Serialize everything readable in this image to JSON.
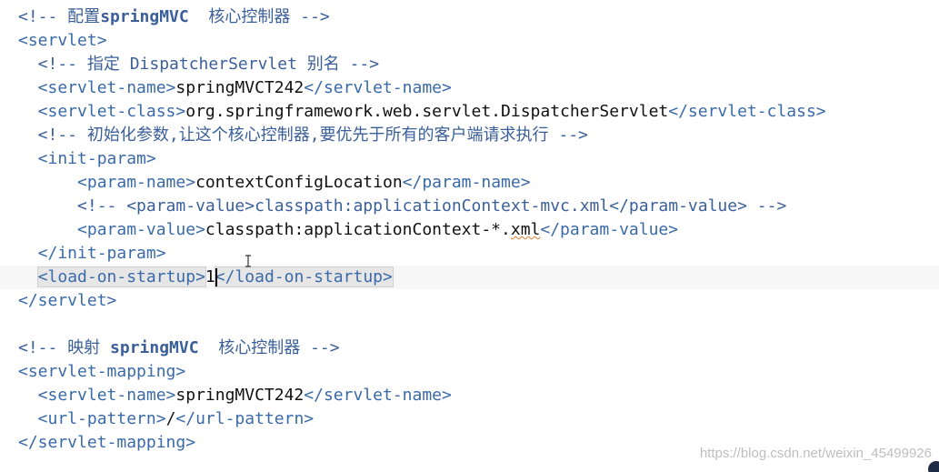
{
  "lines": [
    [
      {
        "t": "<!-- 配置",
        "c": "comment"
      },
      {
        "t": "springMVC",
        "c": "bold"
      },
      {
        "t": "  核心控制器 -->",
        "c": "comment"
      }
    ],
    [
      {
        "t": "<servlet>",
        "c": "tag"
      }
    ],
    [
      {
        "t": "  <!-- 指定 DispatcherServlet 别名 -->",
        "c": "comment"
      }
    ],
    [
      {
        "t": "  <servlet-name>",
        "c": "tag"
      },
      {
        "t": "springMVCT242",
        "c": "text"
      },
      {
        "t": "</servlet-name>",
        "c": "tag"
      }
    ],
    [
      {
        "t": "  <servlet-class>",
        "c": "tag"
      },
      {
        "t": "org.springframework.web.servlet.DispatcherServlet",
        "c": "text"
      },
      {
        "t": "</servlet-class>",
        "c": "tag"
      }
    ],
    [
      {
        "t": "  <!-- 初始化参数,让这个核心控制器,要优先于所有的客户端请求执行 -->",
        "c": "comment"
      }
    ],
    [
      {
        "t": "  <init-param>",
        "c": "tag"
      }
    ],
    [
      {
        "t": "      <param-name>",
        "c": "tag"
      },
      {
        "t": "contextConfigLocation",
        "c": "text"
      },
      {
        "t": "</param-name>",
        "c": "tag"
      }
    ],
    [
      {
        "t": "      <!-- <param-value>classpath:applicationContext-mvc.xml</param-value> -->",
        "c": "comment"
      }
    ],
    [
      {
        "t": "      <param-value>",
        "c": "tag"
      },
      {
        "t": "classpath:applicationContext-*.",
        "c": "text"
      },
      {
        "t": "xml",
        "c": "text",
        "sq": true
      },
      {
        "t": "</param-value>",
        "c": "tag"
      }
    ],
    [
      {
        "t": "  </init-param>",
        "c": "tag"
      }
    ],
    [
      {
        "t": "  ",
        "c": "text"
      },
      {
        "t": "<load-on-startup>",
        "c": "tag",
        "match": true
      },
      {
        "t": "1",
        "c": "text"
      },
      {
        "t": "</load-on-startup>",
        "c": "tag",
        "match": true
      }
    ],
    [
      {
        "t": "</servlet>",
        "c": "tag"
      }
    ],
    [],
    [
      {
        "t": "<!-- 映射 ",
        "c": "comment"
      },
      {
        "t": "springMVC",
        "c": "bold"
      },
      {
        "t": "  核心控制器 -->",
        "c": "comment"
      }
    ],
    [
      {
        "t": "<servlet-mapping>",
        "c": "tag"
      }
    ],
    [
      {
        "t": "  <servlet-name>",
        "c": "tag"
      },
      {
        "t": "springMVCT242",
        "c": "text"
      },
      {
        "t": "</servlet-name>",
        "c": "tag"
      }
    ],
    [
      {
        "t": "  <url-pattern>",
        "c": "tag"
      },
      {
        "t": "/",
        "c": "text"
      },
      {
        "t": "</url-pattern>",
        "c": "tag"
      }
    ],
    [
      {
        "t": "</servlet-mapping>",
        "c": "tag"
      }
    ]
  ],
  "highlighted_line": 11,
  "caret": {
    "line": 11,
    "after_chars": 20
  },
  "watermark": "https://blog.csdn.net/weixin_45499926",
  "colors": {
    "tag": "#3a6aa8",
    "comment": "#3b5f99",
    "text": "#111111",
    "line_highlight": "#f7f7f7",
    "squiggle": "#e07a2b"
  },
  "icons": {
    "mouse_cursor": "i-beam-cursor-icon"
  }
}
